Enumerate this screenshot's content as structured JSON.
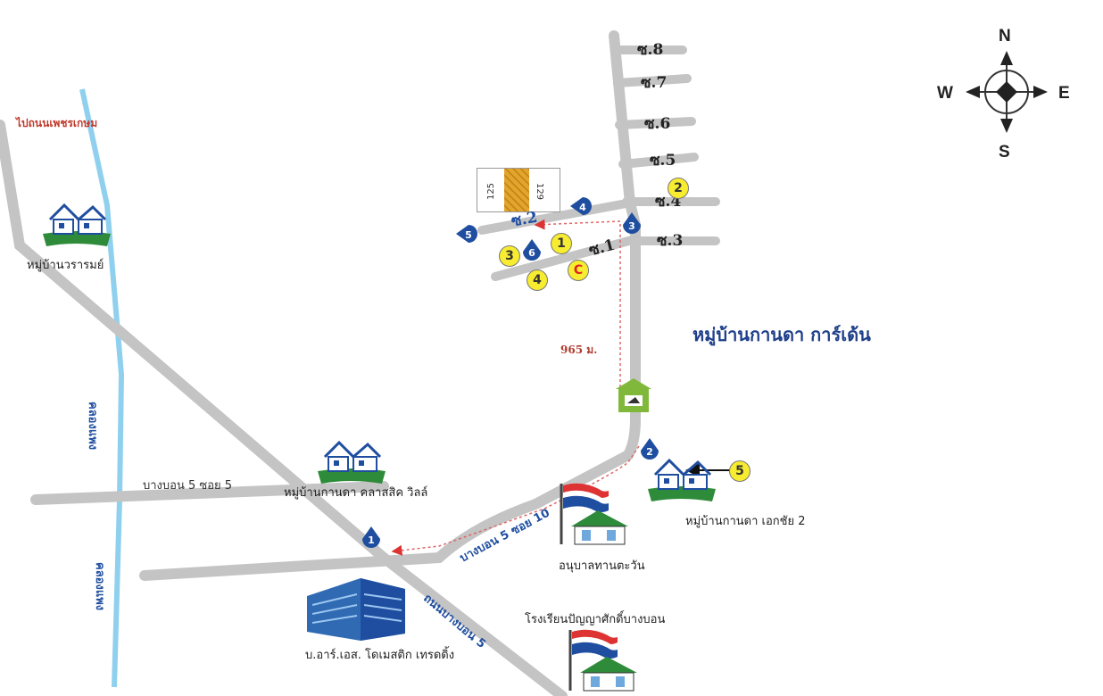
{
  "compass": {
    "n": "N",
    "s": "S",
    "e": "E",
    "w": "W"
  },
  "direction_label": "ไปถนนเพชรเกษม",
  "title": "หมู่บ้านกานดา การ์เด้น",
  "distance": "965 ม.",
  "soi_labels": {
    "s8": "ซ.8",
    "s7": "ซ.7",
    "s6": "ซ.6",
    "s5": "ซ.5",
    "s4": "ซ.4",
    "s3": "ซ.3",
    "s2": "ซ.2",
    "s1": "ซ.1"
  },
  "lot_numbers": {
    "left": "125",
    "right": "129"
  },
  "road_labels": {
    "bangbon5_soi5": "บางบอน 5 ซอย 5",
    "bangbon5_soi10": "บางบอน 5 ซอย 10",
    "bangbon5_road": "ถนนบางบอน 5"
  },
  "canal_labels": {
    "upper": "คลองแพง",
    "lower": "คลองแพง"
  },
  "places": {
    "waraporn": "หมู่บ้านวรารมย์",
    "classic_ville": "หมู่บ้านกานดา คลาสสิค วิลล์",
    "ekachai2": "หมู่บ้านกานดา เอกชัย 2",
    "anuban": "อนุบาลทานตะวัน",
    "school": "โรงเรียนปัญญาศักดิ์บางบอน",
    "company": "บ.อาร์.เอส. โดเมสติก เทรดดิ้ง"
  },
  "route_markers": [
    "1",
    "2",
    "3",
    "4",
    "5",
    "6"
  ],
  "yellow_markers": [
    "1",
    "2",
    "3",
    "4",
    "5",
    "C"
  ],
  "colors": {
    "road": "#c4c4c4",
    "canal": "#8fd0ee",
    "marker": "#1f4ea0",
    "lot": "#e3a52b",
    "title": "#1f3f8a"
  },
  "icons": [
    "compass-rose-icon",
    "house-icon",
    "school-flag-icon",
    "building-icon",
    "guardhouse-icon"
  ]
}
